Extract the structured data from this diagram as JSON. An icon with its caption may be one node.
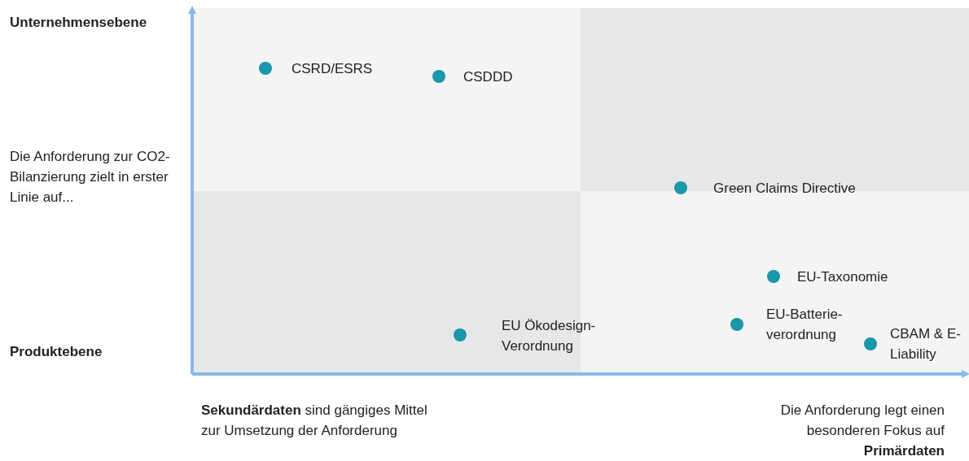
{
  "diagram": {
    "labels": [
      "Unternehmensebene",
      "Die Anforderung zur CO2-Bilanzierung zielt in erster Linie auf...",
      "Produktebene",
      "CSRD/ESRS",
      "CSDDD",
      "Green Claims Directive",
      "EU-Taxonomie",
      "EU Ökodesign-Verordnung",
      "EU-Batterie-verordnung",
      "CBAM & E-Liability",
      "**Sekundärdaten** sind gängiges Mittel zur Umsetzung der Anforderung",
      "Die Anforderung legt einen besonderen Fokus auf **Primärdaten**"
    ]
  }
}
